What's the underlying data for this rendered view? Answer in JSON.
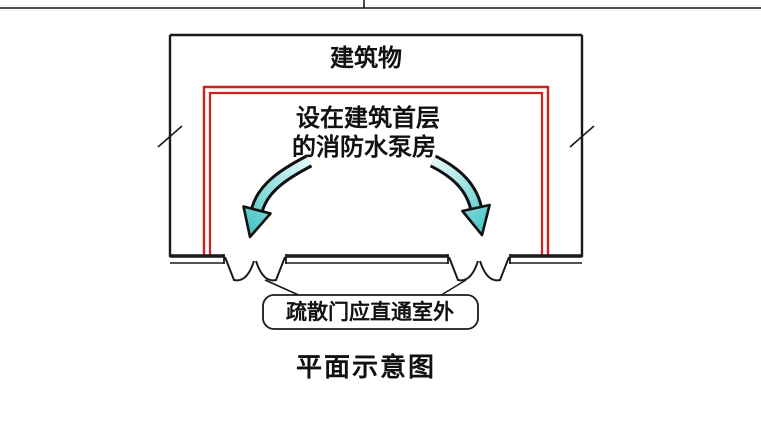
{
  "diagram": {
    "building_label": "建筑物",
    "room_label_line1": "设在建筑首层",
    "room_label_line2": "的消防水泵房",
    "callout_label": "疏散门应直通室外",
    "caption_title": "平面示意图",
    "colors": {
      "wall_line": "#1a1a1a",
      "pump_room_outline": "#cf1f1f",
      "arrow_fill": "#7fd8d8",
      "background": "#ffffff"
    }
  }
}
